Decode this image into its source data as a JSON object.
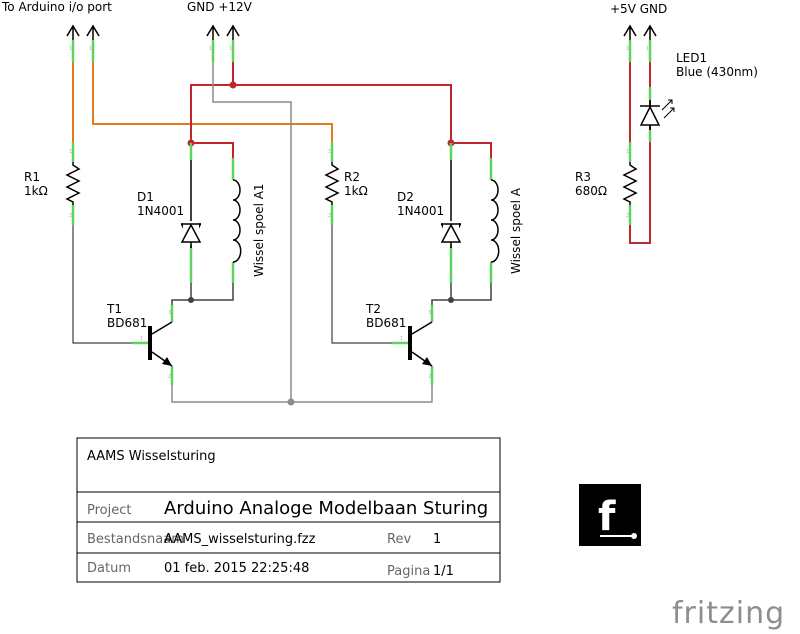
{
  "connectors": {
    "arduino": "To Arduino i/o port",
    "power12": "GND +12V",
    "power5": "+5V GND"
  },
  "parts": {
    "r1_name": "R1",
    "r1_value": "1kΩ",
    "r2_name": "R2",
    "r2_value": "1kΩ",
    "r3_name": "R3",
    "r3_value": "680Ω",
    "d1_name": "D1",
    "d1_value": "1N4001",
    "d2_name": "D2",
    "d2_value": "1N4001",
    "t1_name": "T1",
    "t1_value": "BD681",
    "t2_name": "T2",
    "t2_value": "BD681",
    "led_name": "LED1",
    "led_value": "Blue (430nm)",
    "coil1": "Wissel spoel A1",
    "coil2": "Wissel spoel A"
  },
  "pins": {
    "p1": "1",
    "p2": "2",
    "p3": "3"
  },
  "titleblock": {
    "title": "AAMS Wisselsturing",
    "project_label": "Project",
    "project_value": "Arduino Analoge Modelbaan Sturing",
    "file_label": "Bestandsnaam",
    "file_value": "AAMS_wisselsturing.fzz",
    "rev_label": "Rev",
    "rev_value": "1",
    "date_label": "Datum",
    "date_value": "01 feb. 2015 22:25:48",
    "page_label": "Pagina",
    "page_value": "1/1"
  },
  "brand": {
    "logo_letter": "f",
    "wordmark": "fritzing"
  },
  "colors": {
    "wire_red": "#c0272d",
    "wire_orange": "#e27a1f",
    "wire_grey": "#8c8c8c",
    "wire_dark": "#404040",
    "pin_green": "#5fd35f"
  }
}
